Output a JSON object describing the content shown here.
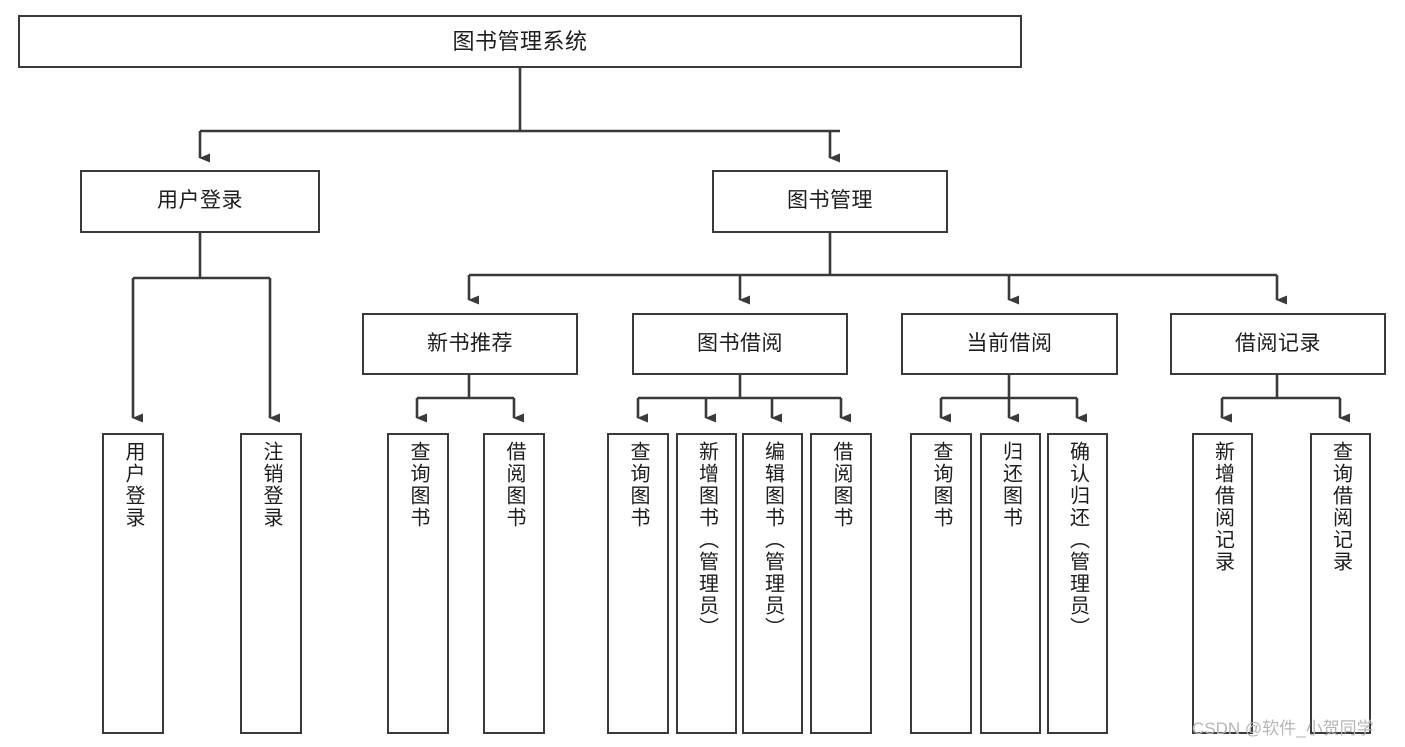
{
  "diagram": {
    "title": "图书管理系统",
    "type": "tree-hierarchy-diagram",
    "colors": {
      "stroke": "#3a3a3a",
      "fill": "#ffffff",
      "text": "#1d1d1d",
      "watermark": "#b6b6b6"
    },
    "nodes": {
      "root": {
        "label": "图书管理系统"
      },
      "level2": [
        {
          "label": "用户登录"
        },
        {
          "label": "图书管理"
        }
      ],
      "level3": [
        {
          "label": "新书推荐"
        },
        {
          "label": "图书借阅"
        },
        {
          "label": "当前借阅"
        },
        {
          "label": "借阅记录"
        }
      ],
      "leaves_user_login": [
        {
          "label": "用户登录"
        },
        {
          "label": "注销登录"
        }
      ],
      "leaves_new_book": [
        {
          "label": "查询图书"
        },
        {
          "label": "借阅图书"
        }
      ],
      "leaves_borrow": [
        {
          "label": "查询图书"
        },
        {
          "label": "新增图书（管理员）"
        },
        {
          "label": "编辑图书（管理员）"
        },
        {
          "label": "借阅图书"
        }
      ],
      "leaves_current": [
        {
          "label": "查询图书"
        },
        {
          "label": "归还图书"
        },
        {
          "label": "确认归还（管理员）"
        }
      ],
      "leaves_records": [
        {
          "label": "新增借阅记录"
        },
        {
          "label": "查询借阅记录"
        }
      ]
    }
  },
  "watermark": {
    "text": "CSDN @软件_小贺同学"
  }
}
